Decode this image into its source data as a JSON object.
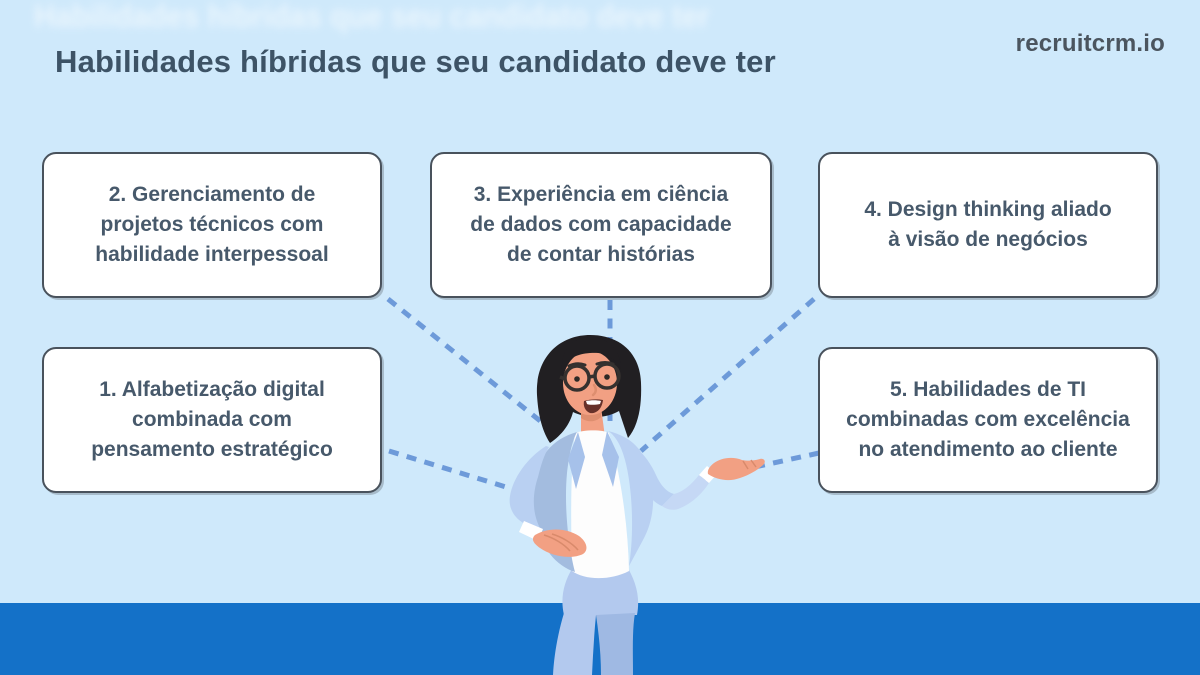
{
  "header": {
    "title": "Habilidades híbridas que seu candidato deve ter",
    "brand": "recruitcrm.io"
  },
  "cards": [
    {
      "label": "2. Gerenciamento de\nprojetos técnicos com\nhabilidade interpessoal"
    },
    {
      "label": "3. Experiência em ciência\nde dados com capacidade\nde contar histórias"
    },
    {
      "label": "4. Design thinking aliado\nà visão de negócios"
    },
    {
      "label": "1. Alfabetização digital\ncombinada com\npensamento estratégico"
    },
    {
      "label": "5. Habilidades de TI\ncombinadas com excelência\nno atendimento ao cliente"
    }
  ],
  "illustration": "businesswoman-presenting",
  "colors": {
    "background": "#cfe9fb",
    "footer_band": "#1471c8",
    "card_background": "#ffffff",
    "card_border": "#49525c",
    "card_text": "#47596b",
    "title_text": "#3d5366",
    "brand_text": "#4b555f",
    "connector_dash": "#6d9ad9"
  }
}
